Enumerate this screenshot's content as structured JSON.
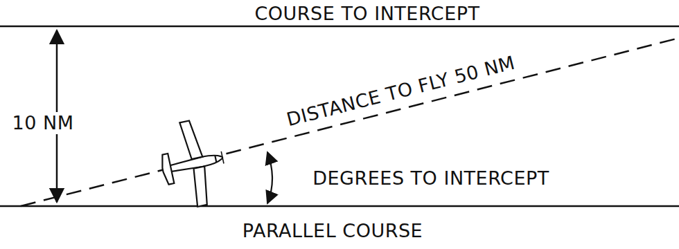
{
  "diagram": {
    "labels": [
      "COURSE TO INTERCEPT",
      "10 NM",
      "DISTANCE TO FLY 50 NM",
      "DEGREES TO INTERCEPT",
      "PARALLEL COURSE"
    ]
  }
}
